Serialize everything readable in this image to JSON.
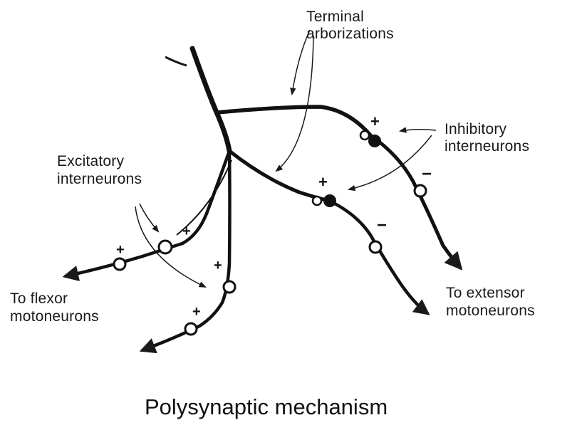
{
  "diagram": {
    "labels": {
      "terminal_line1": "Terminal",
      "terminal_line2": "arborizations",
      "inhibitory_line1": "Inhibitory",
      "inhibitory_line2": "interneurons",
      "excitatory_line1": "Excitatory",
      "excitatory_line2": "interneurons",
      "flexor_line1": "To flexor",
      "flexor_line2": "motoneurons",
      "extensor_line1": "To extensor",
      "extensor_line2": "motoneurons"
    },
    "signs": {
      "plus": "+",
      "minus": "−"
    },
    "caption": "Polysynaptic mechanism"
  }
}
